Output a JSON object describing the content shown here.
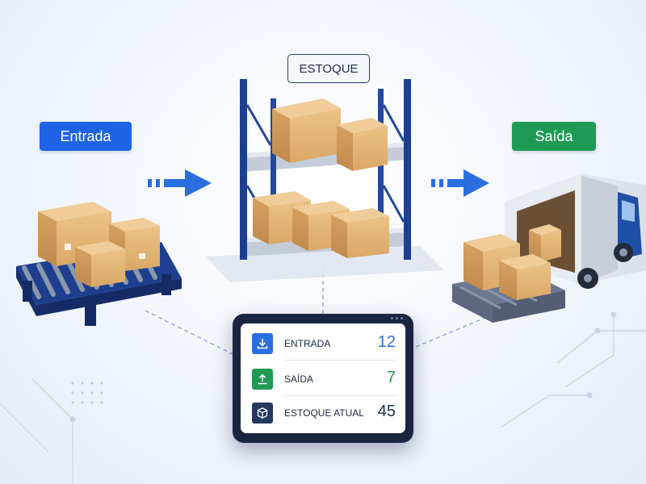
{
  "labels": {
    "entrada": "Entrada",
    "estoque": "ESTOQUE",
    "saida": "Saída"
  },
  "panel": {
    "rows": [
      {
        "icon": "download-icon",
        "label": "ENTRADA",
        "value": "12",
        "color": "#2a6fe0"
      },
      {
        "icon": "upload-icon",
        "label": "SAÍDA",
        "value": "7",
        "color": "#1f9a55"
      },
      {
        "icon": "box-icon",
        "label": "ESTOQUE ATUAL",
        "value": "45",
        "color": "#1f2d4e"
      }
    ]
  },
  "colors": {
    "accent_blue": "#1e63e6",
    "accent_green": "#1f9a55",
    "navy": "#1e2d4f",
    "box": "#e3b679"
  }
}
